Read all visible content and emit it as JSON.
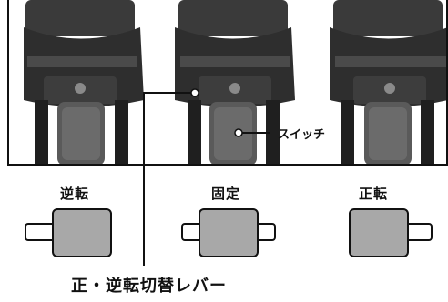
{
  "diagram": {
    "positions": [
      {
        "id": "reverse",
        "label": "逆転"
      },
      {
        "id": "lock",
        "label": "固定"
      },
      {
        "id": "forward",
        "label": "正転"
      }
    ],
    "callouts": {
      "switch": "スイッチ",
      "lever": "正・逆転切替レバー"
    },
    "colors": {
      "switch_fill": "#a8a8a8",
      "outline": "#111111",
      "photo_dark": "#2b2b2b"
    }
  }
}
